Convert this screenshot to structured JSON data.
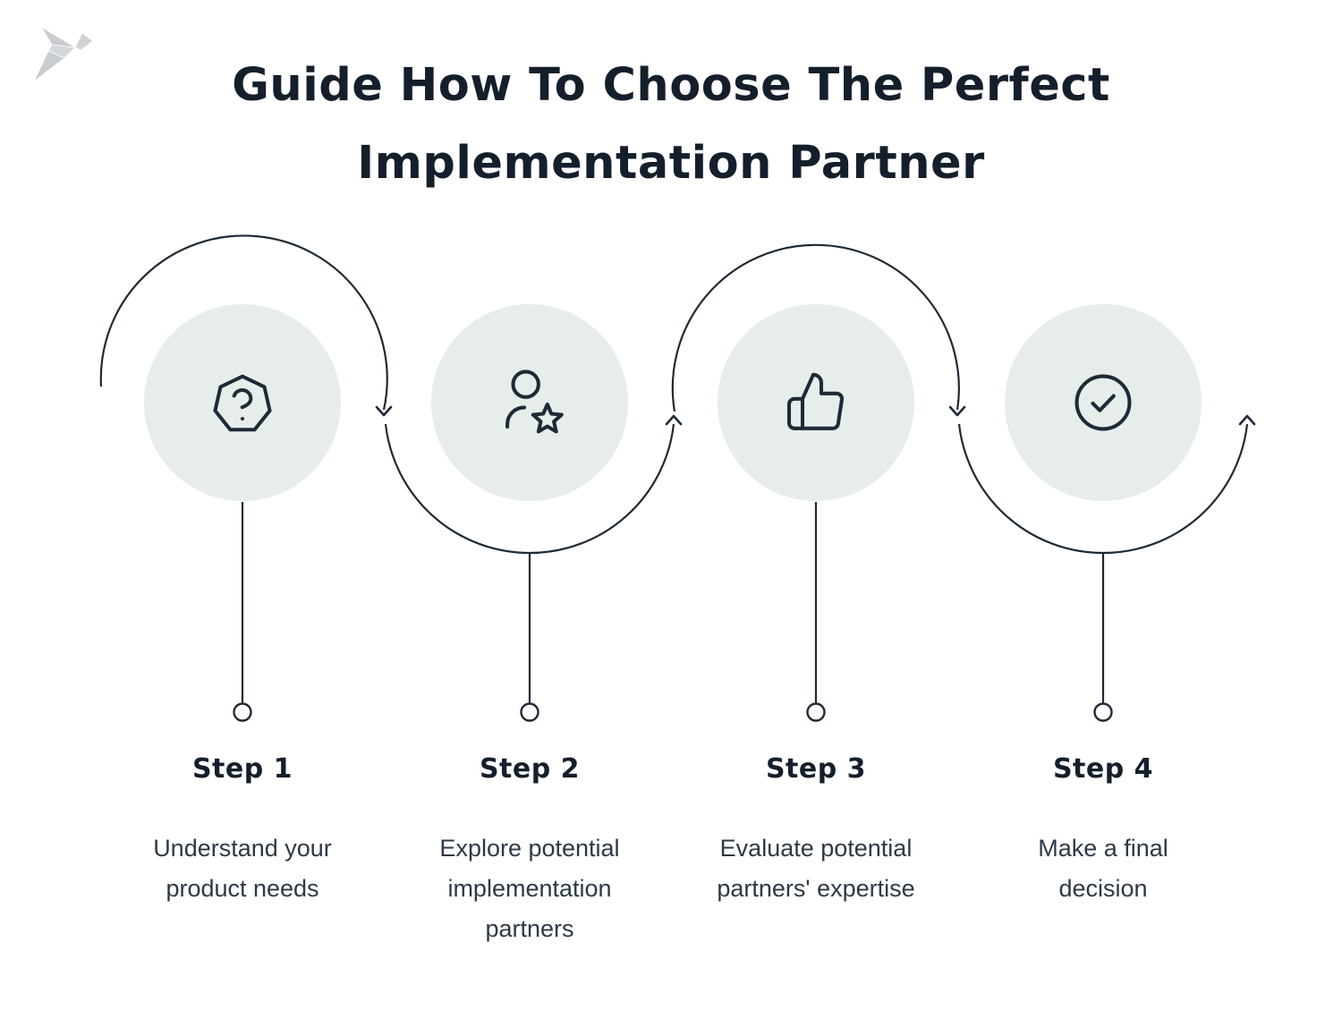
{
  "theme": {
    "background": "#ffffff",
    "ink": "#1e2a36",
    "title_color": "#151f2b",
    "text_color": "#2d3945",
    "circle_fill": "#e6edeb",
    "logo_gray": "#c6cacd"
  },
  "logo": "origami-bird",
  "title": "Guide How To Choose The Perfect\nImplementation Partner",
  "connector": {
    "style": "s-curve",
    "arrows": [
      "down",
      "up",
      "down",
      "up"
    ]
  },
  "steps": [
    {
      "label": "Step 1",
      "description": "Understand your\nproduct needs",
      "icon": "question-badge-icon"
    },
    {
      "label": "Step 2",
      "description": "Explore potential\nimplementation\npartners",
      "icon": "user-star-icon"
    },
    {
      "label": "Step 3",
      "description": "Evaluate potential\npartners' expertise",
      "icon": "thumbs-up-icon"
    },
    {
      "label": "Step 4",
      "description": "Make a final\ndecision",
      "icon": "check-circle-icon"
    }
  ]
}
